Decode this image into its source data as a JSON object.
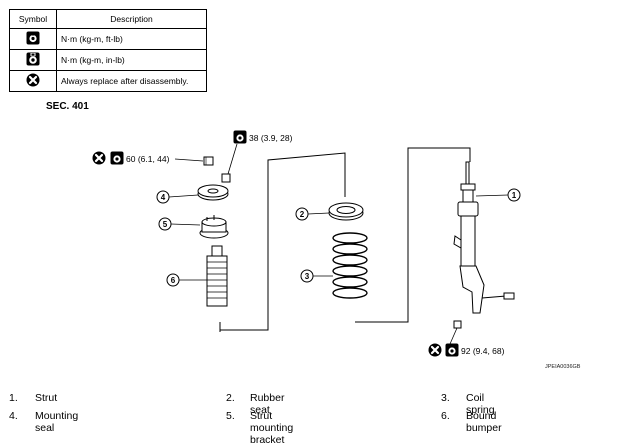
{
  "legend": {
    "header_symbol": "Symbol",
    "header_description": "Description",
    "rows": [
      {
        "icon": "torque-wrench-icon",
        "description": "N·m (kg-m, ft-lb)"
      },
      {
        "icon": "torque-wrench-inlb-icon",
        "description": "N·m (kg-m, in-lb)"
      },
      {
        "icon": "always-replace-icon",
        "description": "Always replace after disassembly."
      }
    ]
  },
  "section": "SEC. 401",
  "torques": {
    "top_nut": "60 (6.1, 44)",
    "mount_nut": "38 (3.9, 28)",
    "lower_bolt": "92 (9.4, 68)"
  },
  "callouts": [
    "1",
    "2",
    "3",
    "4",
    "5",
    "6"
  ],
  "figure_code": "JPEIA0036GB",
  "parts": [
    {
      "num": "1.",
      "name": "Strut"
    },
    {
      "num": "2.",
      "name": "Rubber seat"
    },
    {
      "num": "3.",
      "name": "Coil spring"
    },
    {
      "num": "4.",
      "name": "Mounting seal"
    },
    {
      "num": "5.",
      "name": "Strut mounting bracket"
    },
    {
      "num": "6.",
      "name": "Bound bumper"
    }
  ]
}
